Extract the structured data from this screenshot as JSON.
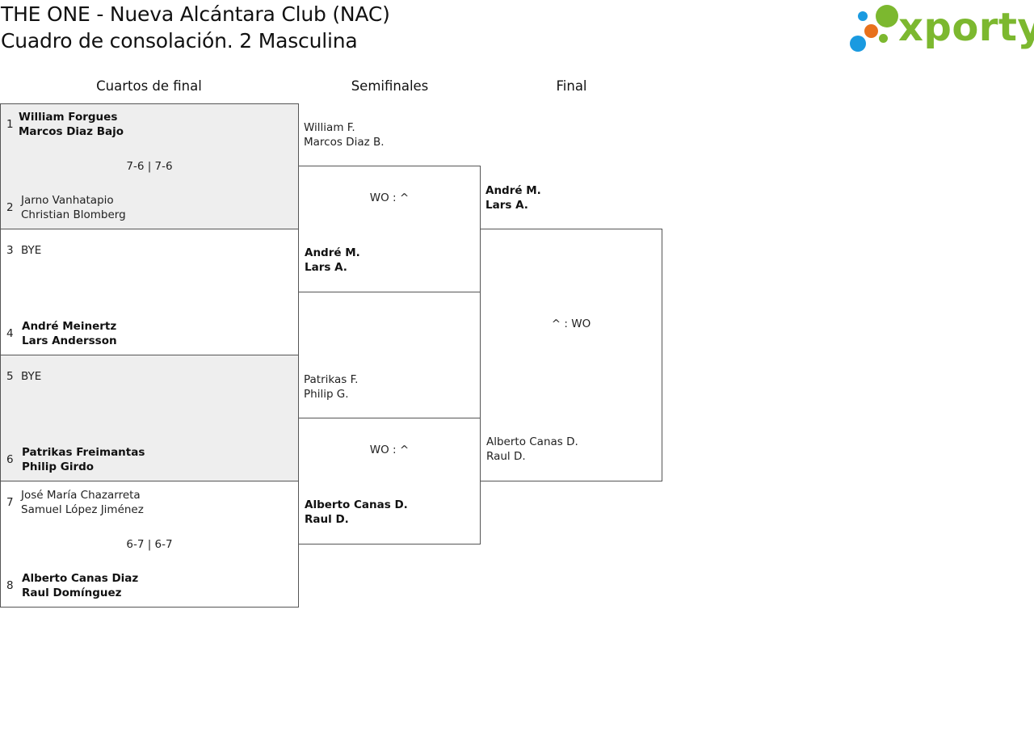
{
  "header": {
    "title_line1": "THE ONE - Nueva Alcántara Club (NAC)",
    "title_line2": "Cuadro de consolación. 2 Masculina"
  },
  "logo": {
    "text": "xporty",
    "colors": {
      "green": "#7cb82f",
      "blue": "#1a9ae0",
      "orange": "#e8711c"
    }
  },
  "columns": {
    "quarterfinals": "Cuartos de final",
    "semifinals": "Semifinales",
    "final": "Final"
  },
  "quarterfinals": [
    {
      "score": "7-6 | 7-6",
      "top": {
        "seed": "1",
        "p1": "William Forgues",
        "p2": "Marcos Diaz Bajo",
        "winner": true
      },
      "bottom": {
        "seed": "2",
        "p1": "Jarno Vanhatapio",
        "p2": "Christian Blomberg",
        "winner": false
      }
    },
    {
      "score": "",
      "top": {
        "seed": "3",
        "p1": "BYE",
        "p2": "",
        "winner": false
      },
      "bottom": {
        "seed": "4",
        "p1": "André Meinertz",
        "p2": "Lars Andersson",
        "winner": true
      }
    },
    {
      "score": "",
      "top": {
        "seed": "5",
        "p1": "BYE",
        "p2": "",
        "winner": false
      },
      "bottom": {
        "seed": "6",
        "p1": "Patrikas Freimantas",
        "p2": "Philip Girdo",
        "winner": true
      }
    },
    {
      "score": "6-7 | 6-7",
      "top": {
        "seed": "7",
        "p1": "José María Chazarreta",
        "p2": "Samuel López Jiménez",
        "winner": false
      },
      "bottom": {
        "seed": "8",
        "p1": "Alberto Canas Diaz",
        "p2": "Raul Domínguez",
        "winner": true
      }
    }
  ],
  "semifinals": [
    {
      "score": "WO : ^",
      "top": {
        "p1": "William F.",
        "p2": "Marcos Diaz B.",
        "winner": false
      },
      "bottom": {
        "p1": "André M.",
        "p2": "Lars A.",
        "winner": true
      }
    },
    {
      "score": "WO : ^",
      "top": {
        "p1": "Patrikas F.",
        "p2": "Philip G.",
        "winner": false
      },
      "bottom": {
        "p1": "Alberto Canas D.",
        "p2": "Raul D.",
        "winner": true
      }
    }
  ],
  "final": {
    "score": "^ : WO",
    "top": {
      "p1": "André M.",
      "p2": "Lars A.",
      "winner": true
    },
    "bottom": {
      "p1": "Alberto Canas D.",
      "p2": "Raul D.",
      "winner": false
    }
  }
}
